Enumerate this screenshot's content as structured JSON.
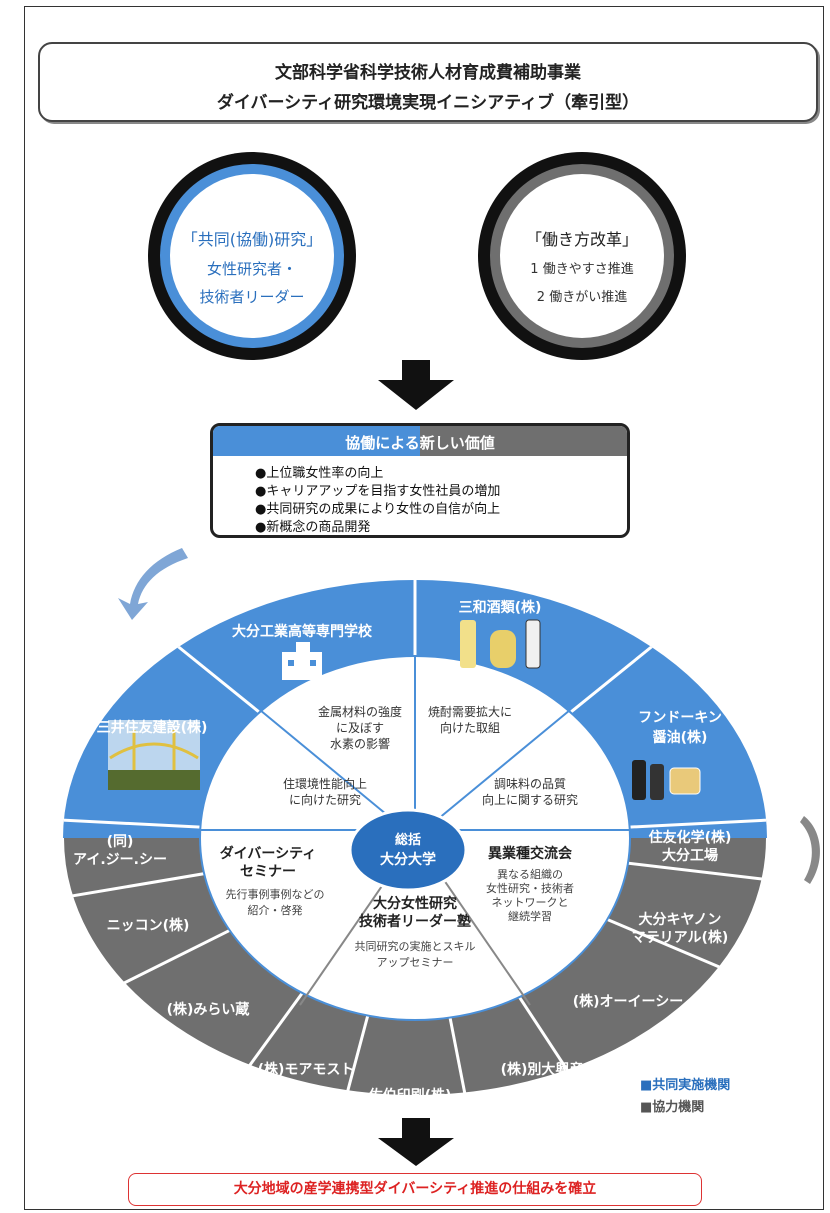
{
  "title": {
    "line1": "文部科学省科学技術人材育成費補助事業",
    "line2": "ダイバーシティ研究環境実現イニシアティブ（牽引型）"
  },
  "left_circle": {
    "line1": "「共同(協働)研究」",
    "line2": "女性研究者・",
    "line3": "技術者リーダー"
  },
  "right_circle": {
    "line1": "「働き方改革」",
    "line2": "1 働きやすさ推進",
    "line3": "2 働きがい推進"
  },
  "value_box": {
    "heading": "協働による新しい価値",
    "items": [
      "●上位職女性率の向上",
      "●キャリアアップを目指す女性社員の増加",
      "●共同研究の成果により女性の自信が向上",
      "●新概念の商品開発"
    ]
  },
  "wheel": {
    "center": {
      "line1": "総括",
      "line2": "大分大学"
    },
    "blue_outer": [
      "三井住友建設(株)",
      "大分工業高等専門学校",
      "三和酒類(株)",
      "フンドーキン",
      "醤油(株)"
    ],
    "inner_topics": [
      {
        "line1": "住環境性能向上",
        "line2": "に向けた研究"
      },
      {
        "line1": "金属材料の強度",
        "line2": "に及ぼす",
        "line3": "水素の影響"
      },
      {
        "line1": "焼酎需要拡大に",
        "line2": "向けた取組"
      },
      {
        "line1": "調味料の品質",
        "line2": "向上に関する研究"
      }
    ],
    "programs": {
      "seminar": {
        "title1": "ダイバーシティ",
        "title2": "セミナー",
        "desc1": "先行事例事例などの",
        "desc2": "紹介・啓発"
      },
      "exchange": {
        "title": "異業種交流会",
        "desc1": "異なる組織の",
        "desc2": "女性研究・技術者",
        "desc3": "ネットワークと",
        "desc4": "継続学習"
      },
      "juku": {
        "title1": "大分女性研究",
        "title2": "技術者リーダー塾",
        "desc1": "共同研究の実施とスキル",
        "desc2": "アップセミナー"
      }
    },
    "gray_outer": [
      {
        "line1": "(同)",
        "line2": "アイ.ジー.シー"
      },
      {
        "line1": "ニッコン(株)"
      },
      {
        "line1": "(株)みらい蔵"
      },
      {
        "line1": "(株)モアモスト"
      },
      {
        "line1": "佐伯印刷(株)"
      },
      {
        "line1": "(株)別大興産"
      },
      {
        "line1": "(株)オーイーシー"
      },
      {
        "line1": "大分キヤノン",
        "line2": "マテリアル(株)"
      },
      {
        "line1": "住友化学(株)",
        "line2": "大分工場"
      }
    ]
  },
  "legend": {
    "joint": "■共同実施機関",
    "coop": "■協力機関"
  },
  "conclusion": "大分地域の産学連携型ダイバーシティ推進の仕組みを確立",
  "colors": {
    "blue": "#4a8fd8",
    "gray": "#6f6f6f",
    "red": "#d22222"
  }
}
